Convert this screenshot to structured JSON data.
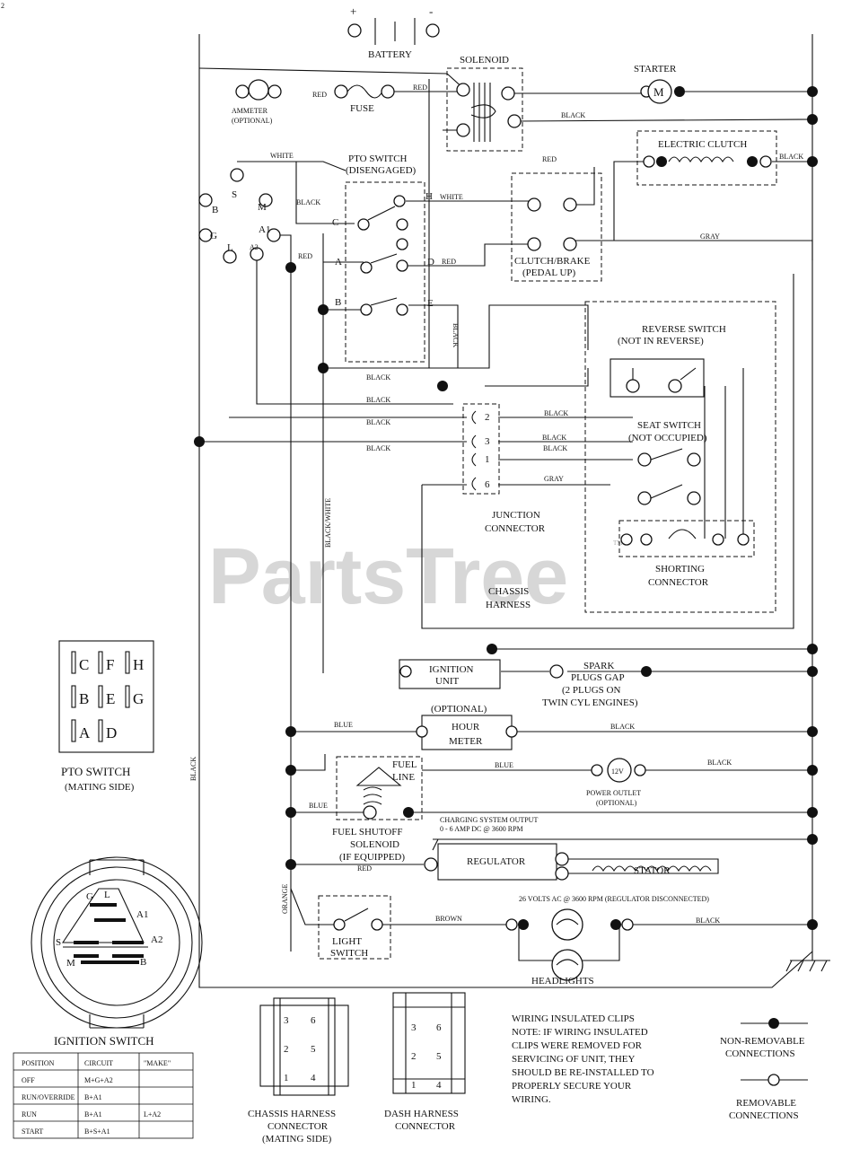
{
  "page_number": "2",
  "watermark": {
    "text": "PartsTree",
    "tm": "TM"
  },
  "components": {
    "battery": "BATTERY",
    "battery_plus": "+",
    "battery_minus": "-",
    "solenoid": "SOLENOID",
    "starter": "STARTER",
    "starter_symbol": "M",
    "ammeter": "AMMETER",
    "ammeter_note": "(OPTIONAL)",
    "fuse": "FUSE",
    "electric_clutch": "ELECTRIC CLUTCH",
    "pto_switch": "PTO SWITCH",
    "pto_switch_state": "(DISENGAGED)",
    "clutch_brake": "CLUTCH/BRAKE",
    "clutch_brake_state": "(PEDAL UP)",
    "reverse_switch": "REVERSE SWITCH",
    "reverse_switch_state": "(NOT IN REVERSE)",
    "seat_switch": "SEAT SWITCH",
    "seat_switch_state": "(NOT OCCUPIED)",
    "junction_connector": [
      "JUNCTION",
      "CONNECTOR"
    ],
    "shorting_connector": [
      "SHORTING",
      "CONNECTOR"
    ],
    "chassis_harness": [
      "CHASSIS",
      "HARNESS"
    ],
    "ignition_unit": [
      "IGNITION",
      "UNIT"
    ],
    "spark_plugs": [
      "SPARK",
      "PLUGS GAP",
      "(2 PLUGS ON",
      "TWIN CYL ENGINES)"
    ],
    "hour_meter_optional": "(OPTIONAL)",
    "hour_meter": [
      "HOUR",
      "METER"
    ],
    "power_outlet_symbol": "12V",
    "power_outlet": [
      "POWER OUTLET",
      "(OPTIONAL)"
    ],
    "fuel_line": [
      "FUEL",
      "LINE"
    ],
    "fuel_shutoff": [
      "FUEL SHUTOFF",
      "SOLENOID",
      "(IF EQUIPPED)"
    ],
    "charging_output": [
      "CHARGING SYSTEM OUTPUT",
      "0 - 6 AMP DC @ 3600 RPM"
    ],
    "regulator": "REGULATOR",
    "stator": "STATOR",
    "ac_note": "26 VOLTS AC @ 3600 RPM (REGULATOR DISCONNECTED)",
    "light_switch": [
      "LIGHT",
      "SWITCH"
    ],
    "headlights": "HEADLIGHTS"
  },
  "wire_labels": {
    "red": "RED",
    "black": "BLACK",
    "white": "WHITE",
    "gray": "GRAY",
    "blue": "BLUE",
    "brown": "BROWN",
    "orange": "ORANGE",
    "black_white": "BLACK/WHITE"
  },
  "switch_terminals": {
    "pto": [
      "C",
      "H",
      "A",
      "D",
      "B",
      "E"
    ],
    "ignition": [
      "S",
      "M",
      "B",
      "G",
      "L",
      "A1",
      "A2"
    ],
    "junction": [
      "2",
      "3",
      "1",
      "6"
    ]
  },
  "pto_mating": {
    "grid": [
      [
        "C",
        "F",
        "H"
      ],
      [
        "B",
        "E",
        "G"
      ],
      [
        "A",
        "D",
        ""
      ]
    ],
    "title": "PTO SWITCH",
    "subtitle": "(MATING SIDE)"
  },
  "ignition_switch": {
    "title": "IGNITION SWITCH",
    "face_labels": [
      "G",
      "L",
      "A1",
      "S",
      "A2",
      "M",
      "B"
    ],
    "headers": [
      "POSITION",
      "CIRCUIT",
      "\"MAKE\""
    ],
    "rows": [
      [
        "OFF",
        "M+G+A2",
        ""
      ],
      [
        "RUN/OVERRIDE",
        "B+A1",
        ""
      ],
      [
        "RUN",
        "B+A1",
        "L+A2"
      ],
      [
        "START",
        "B+S+A1",
        ""
      ]
    ]
  },
  "chassis_connector": {
    "pins": [
      "3",
      "6",
      "2",
      "5",
      "1",
      "4"
    ],
    "label": [
      "CHASSIS HARNESS",
      "CONNECTOR",
      "(MATING SIDE)"
    ]
  },
  "dash_connector": {
    "pins": [
      "3",
      "6",
      "2",
      "5",
      "1",
      "4"
    ],
    "label": [
      "DASH HARNESS",
      "CONNECTOR"
    ]
  },
  "note": [
    "WIRING INSULATED CLIPS",
    "NOTE: IF WIRING INSULATED",
    "CLIPS WERE REMOVED FOR",
    "SERVICING OF UNIT, THEY",
    "SHOULD BE RE-INSTALLED TO",
    "PROPERLY SECURE YOUR",
    "WIRING."
  ],
  "legend": {
    "non_removable": [
      "NON-REMOVABLE",
      "CONNECTIONS"
    ],
    "removable": [
      "REMOVABLE",
      "CONNECTIONS"
    ]
  }
}
